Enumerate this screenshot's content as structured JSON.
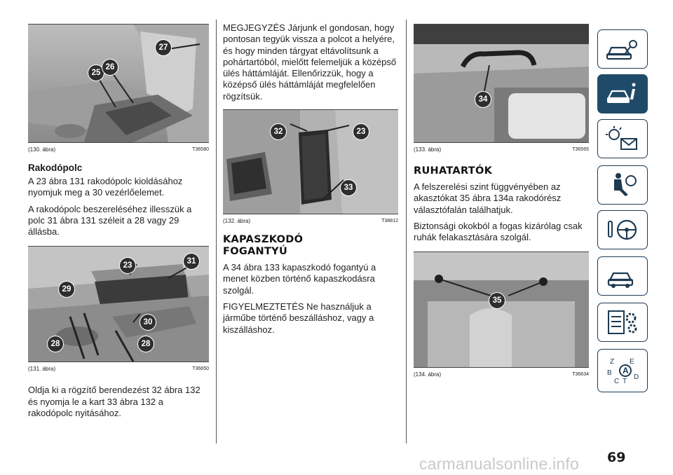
{
  "column1": {
    "figure130": {
      "label": "(130. ábra)",
      "code": "T36580",
      "callouts": [
        "25",
        "26",
        "27"
      ]
    },
    "rakodopolc_title": "Rakodópolc",
    "para1": "A 23 ábra 131 rakodópolc kioldásához nyomjuk meg a 30 vezérlőelemet.",
    "para2": "A rakodópolc beszereléséhez illesszük a polc 31 ábra 131 széleit a 28 vagy 29 állásba.",
    "figure131": {
      "label": "(131. ábra)",
      "code": "T36650",
      "callouts": [
        "23",
        "31",
        "29",
        "30",
        "28",
        "28"
      ]
    },
    "para3": "Oldja ki a rögzítő berendezést 32 ábra 132 és nyomja le a kart 33 ábra 132 a rakodópolc nyitásához."
  },
  "column2": {
    "note1": "MEGJEGYZÉS Járjunk el gondosan, hogy pontosan tegyük vissza a polcot a helyére, és hogy minden tárgyat eltávolítsunk a pohártartóból, mielőtt felemeljük a középső ülés háttámláját. Ellenőrizzük, hogy a középső ülés háttámláját megfelelően rögzítsük.",
    "figure132": {
      "label": "(132. ábra)",
      "code": "T38812",
      "callouts": [
        "32",
        "23",
        "33"
      ]
    },
    "heading": "KAPASZKODÓ FOGANTYÚ",
    "para1": "A 34 ábra 133 kapaszkodó fogantyú a menet közben történő kapaszkodásra szolgál.",
    "warning": "FIGYELMEZTETÉS Ne használjuk a járműbe történő beszálláshoz, vagy a kiszálláshoz."
  },
  "column3": {
    "figure133": {
      "label": "(133. ábra)",
      "code": "T36565",
      "callouts": [
        "34"
      ]
    },
    "heading": "RUHATARTÓK",
    "para1": "A felszerelési szint függvényében az akasztókat 35 ábra 134a rakodórész választófalán találhatjuk.",
    "para2": "Biztonsági okokból a fogas kizárólag csak ruhák felakasztására szolgál.",
    "figure134": {
      "label": "(134. ábra)",
      "code": "T36634",
      "callouts": [
        "35"
      ]
    }
  },
  "sidebar": {
    "active_color": "#1f4b68",
    "tabs": [
      {
        "icon": "car-key-icon",
        "active": false
      },
      {
        "icon": "car-info-icon",
        "active": true
      },
      {
        "icon": "light-mail-icon",
        "active": false
      },
      {
        "icon": "airbag-seat-icon",
        "active": false
      },
      {
        "icon": "steering-wheel-icon",
        "active": false
      },
      {
        "icon": "car-service-icon",
        "active": false
      },
      {
        "icon": "checklist-gears-icon",
        "active": false
      },
      {
        "icon": "alphabet-index-icon",
        "active": false
      }
    ],
    "alphabet_letters": [
      "Z",
      "E",
      "B",
      "C",
      "T",
      "A",
      "D"
    ]
  },
  "page_number": "69",
  "watermark": "carmanualsonline.info"
}
